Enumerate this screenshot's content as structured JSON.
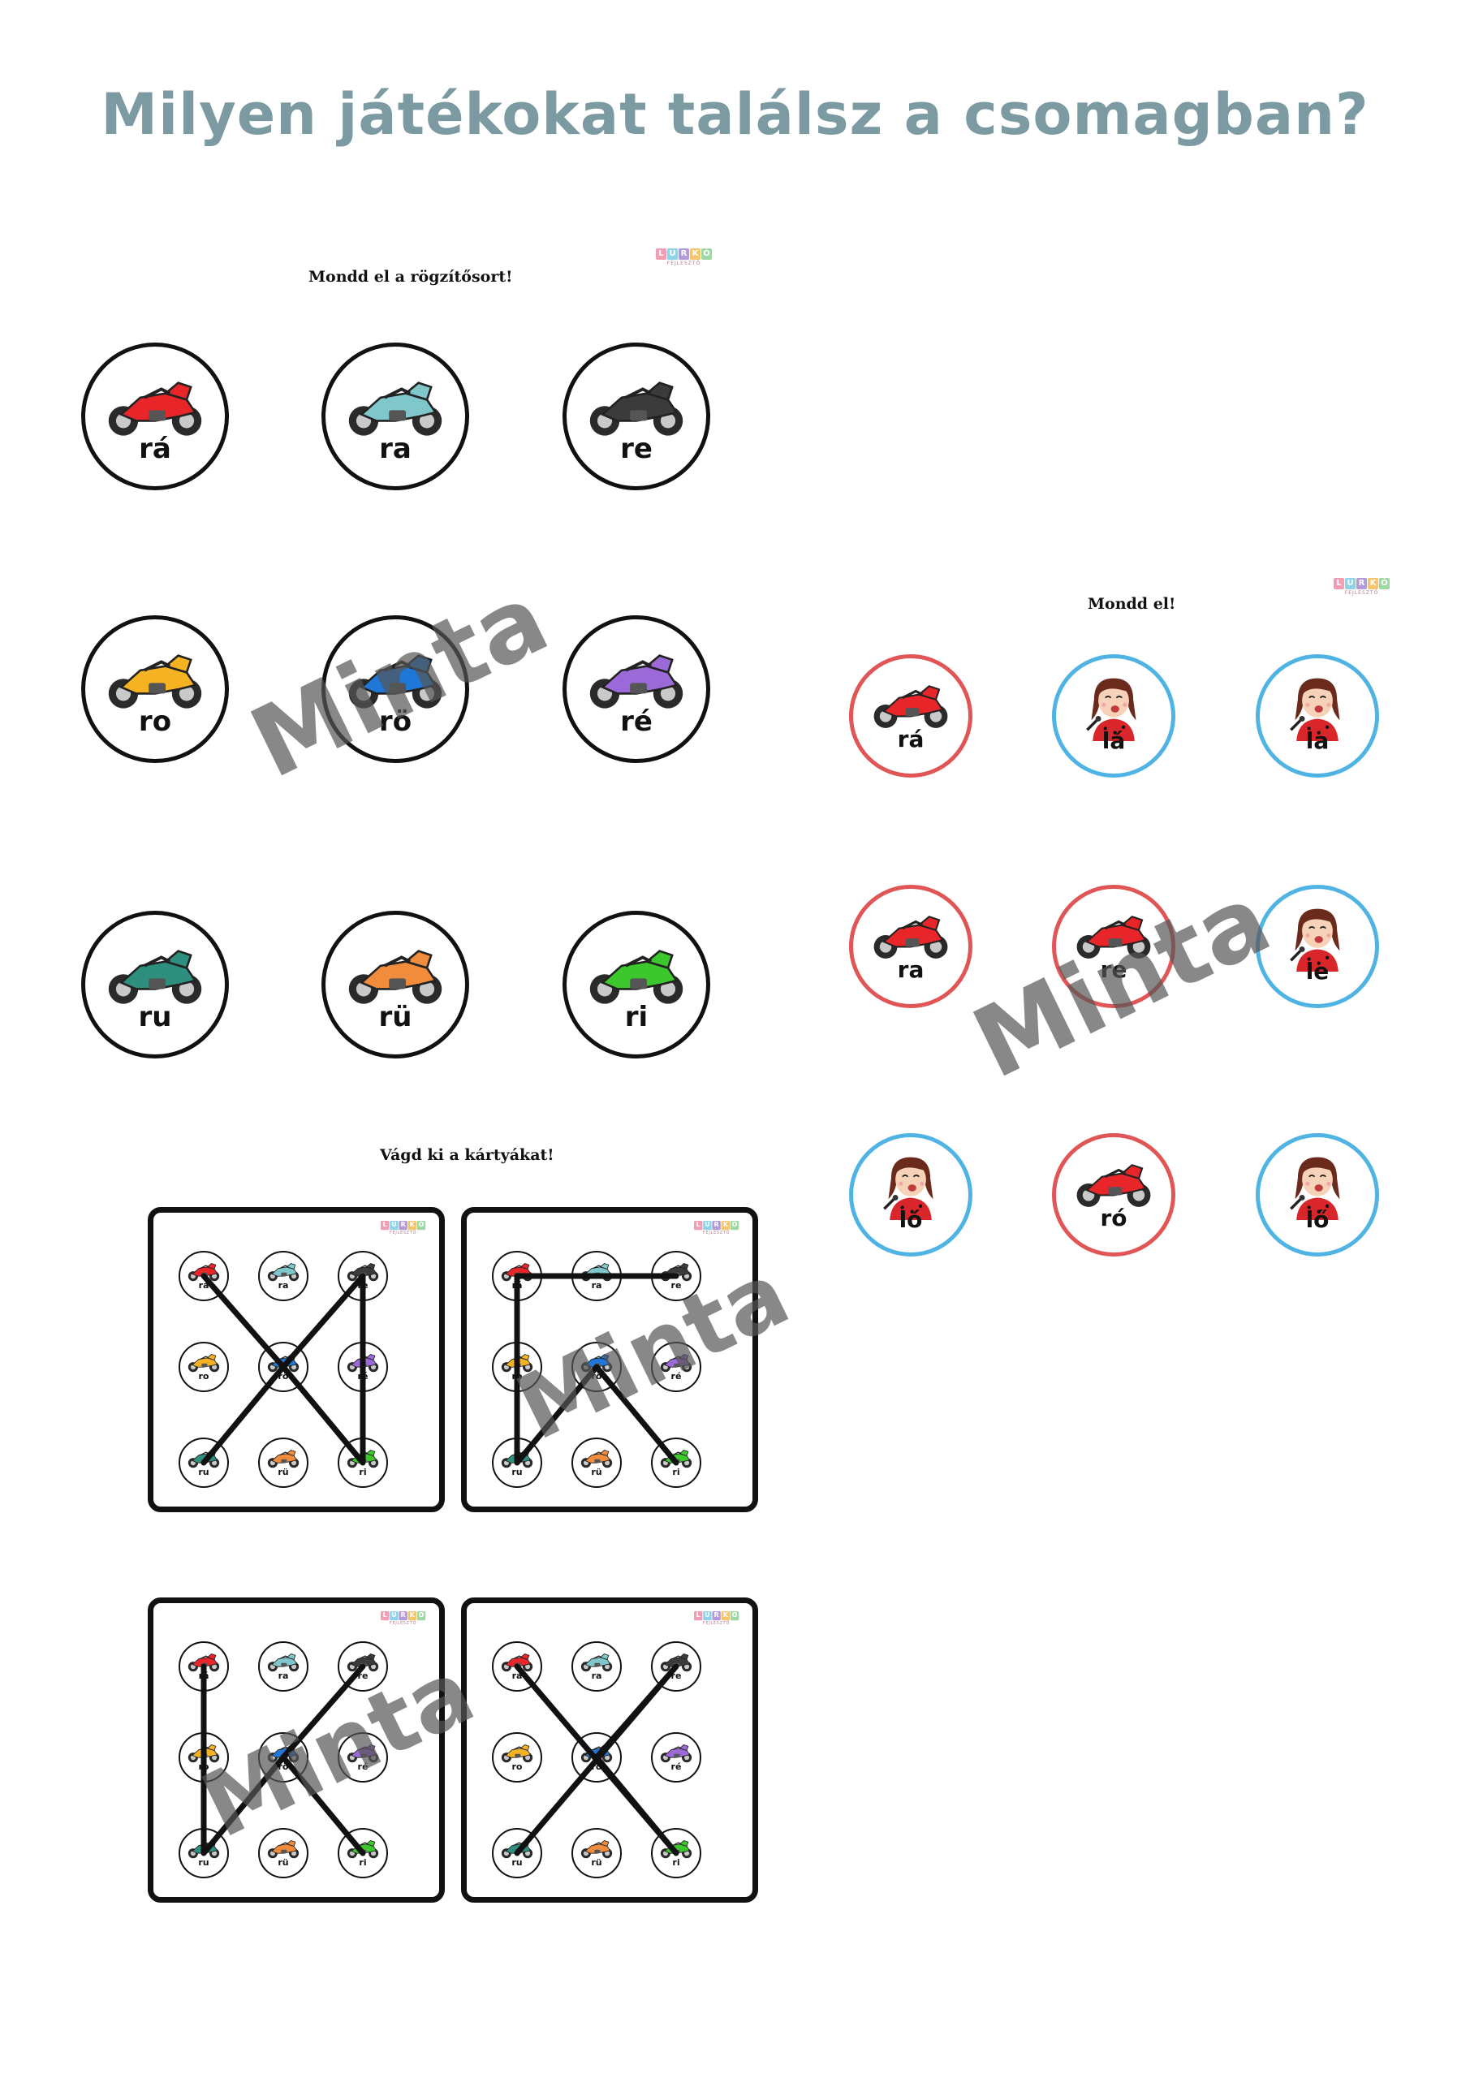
{
  "page": {
    "title": "Milyen játékokat találsz a csomagban?"
  },
  "logo": {
    "letters": [
      "L",
      "U",
      "R",
      "K",
      "Ó"
    ],
    "subtitle": "FEJLESZTŐ"
  },
  "watermark": "Minta",
  "colors": {
    "title": "#7c9aa1",
    "red_ring": "#e05555",
    "blue_ring": "#4fb3e3",
    "logo_letters": [
      "#f29db4",
      "#8fd3e8",
      "#b49ad8",
      "#f6c56b",
      "#9fd8a5"
    ]
  },
  "sheet1": {
    "title": "Mondd el a rögzítősort!",
    "items": [
      {
        "label": "rá",
        "color": "#e8262a",
        "icon": "sport-motorcycle-icon"
      },
      {
        "label": "ra",
        "color": "#7fc7cb",
        "icon": "scooter-motorcycle-icon"
      },
      {
        "label": "re",
        "color": "#3b3b3b",
        "icon": "naked-motorcycle-icon"
      },
      {
        "label": "ro",
        "color": "#f5b324",
        "icon": "touring-motorcycle-icon"
      },
      {
        "label": "rö",
        "color": "#1f78d8",
        "icon": "sport-motorcycle-icon"
      },
      {
        "label": "ré",
        "color": "#9b6ad8",
        "icon": "cruiser-motorcycle-icon"
      },
      {
        "label": "ru",
        "color": "#2e8f7f",
        "icon": "maxi-scooter-icon"
      },
      {
        "label": "rü",
        "color": "#f08c3c",
        "icon": "cafe-racer-icon"
      },
      {
        "label": "ri",
        "color": "#3cc82c",
        "icon": "sport-motorcycle-icon"
      }
    ]
  },
  "sheet2": {
    "title": "Mondd el!",
    "items": [
      {
        "label": "rá",
        "ring": "red",
        "icon": "red-motorcycle-icon"
      },
      {
        "label": "lá",
        "ring": "blue",
        "icon": "singing-girl-icon"
      },
      {
        "label": "la",
        "ring": "blue",
        "icon": "singing-girl-icon"
      },
      {
        "label": "ra",
        "ring": "red",
        "icon": "red-motorcycle-icon"
      },
      {
        "label": "re",
        "ring": "red",
        "icon": "red-motorcycle-icon"
      },
      {
        "label": "le",
        "ring": "blue",
        "icon": "singing-girl-icon"
      },
      {
        "label": "ló",
        "ring": "blue",
        "icon": "singing-girl-icon"
      },
      {
        "label": "ró",
        "ring": "red",
        "icon": "red-motorcycle-icon"
      },
      {
        "label": "lő",
        "ring": "blue",
        "icon": "singing-girl-icon"
      }
    ]
  },
  "sheet3": {
    "title": "Vágd ki a kártyákat!",
    "cards": [
      {
        "pattern_cells": [
          6,
          4,
          2,
          8,
          4,
          0
        ]
      },
      {
        "pattern_cells": [
          2,
          0,
          6,
          4,
          8
        ]
      },
      {
        "pattern_cells": [
          0,
          6,
          4,
          2,
          4,
          8
        ]
      },
      {
        "pattern_cells": [
          0,
          8,
          4,
          2,
          6
        ]
      }
    ]
  }
}
